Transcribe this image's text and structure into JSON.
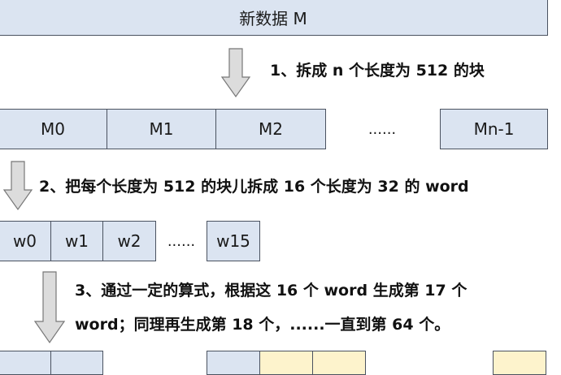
{
  "top_block": {
    "label": "新数据 M"
  },
  "step1": {
    "text": "1、拆成 n 个长度为 512 的块"
  },
  "blocks": [
    {
      "label": "M0"
    },
    {
      "label": "M1"
    },
    {
      "label": "M2"
    },
    {
      "label": "......"
    },
    {
      "label": "Mn-1"
    }
  ],
  "step2": {
    "text": "2、把每个长度为 512 的块儿拆成 16 个长度为 32 的 word"
  },
  "words": [
    {
      "label": "w0"
    },
    {
      "label": "w1"
    },
    {
      "label": "w2"
    },
    {
      "label": "......"
    },
    {
      "label": "w15"
    }
  ],
  "step3": {
    "line1": "3、通过一定的算式，根据这 16 个 word 生成第 17 个",
    "line2": "word；同理再生成第 18 个，......一直到第 64 个。"
  },
  "colors": {
    "box_fill": "#dbe4f1",
    "box_border": "#4a5260",
    "highlight_fill": "#fdf3cc",
    "arrow_fill": "#dcdcdc",
    "arrow_stroke": "#777777"
  }
}
